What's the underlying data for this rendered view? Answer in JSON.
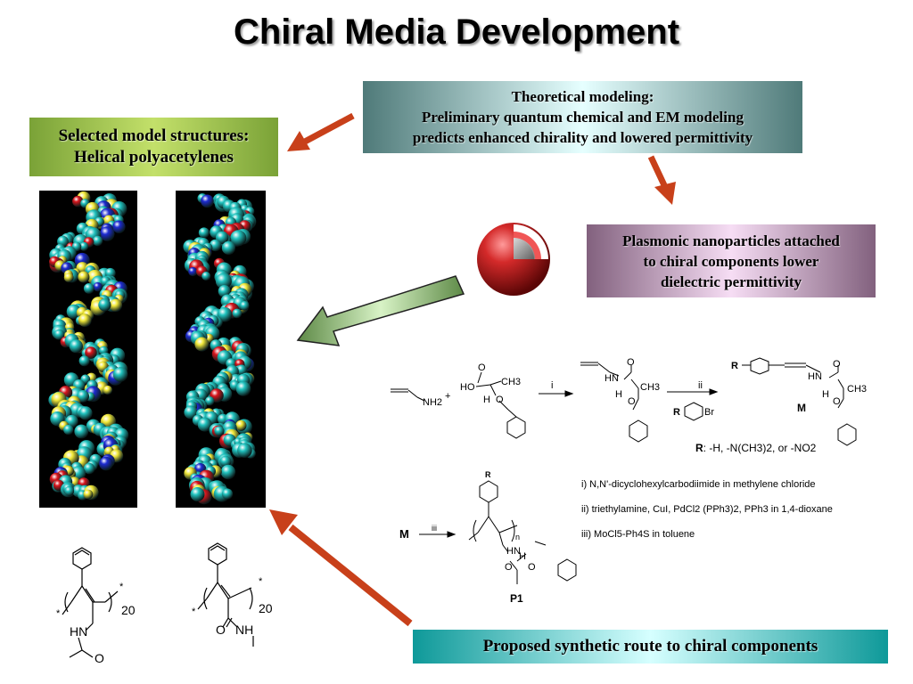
{
  "title": "Chiral Media Development",
  "boxes": {
    "model": [
      "Selected model structures:",
      "Helical polyacetylenes"
    ],
    "theory": [
      "Theoretical modeling:",
      "Preliminary quantum chemical and EM modeling",
      "predicts enhanced chirality and lowered permittivity"
    ],
    "plasmonic": [
      "Plasmonic nanoparticles attached",
      "to chiral components lower",
      "dielectric permittivity"
    ],
    "route": "Proposed synthetic route to chiral components"
  },
  "polymer_labels": {
    "left_n": "20",
    "right_n": "20",
    "star": "*",
    "hn": "HN",
    "o": "O",
    "nh": "NH"
  },
  "scheme": {
    "nh2": "NH2",
    "plus": "+",
    "o": "O",
    "ho": "HO",
    "ch3": "CH3",
    "h": "H",
    "hn": "HN",
    "r": "R",
    "br": "Br",
    "m": "M",
    "p1": "P1",
    "n": "n",
    "step_i": "i",
    "step_ii": "ii",
    "step_iii": "iii",
    "r_note_bold": "R",
    "r_note": ": -H, -N(CH3)2, or -NO2"
  },
  "conditions": [
    "i)   N,N'-dicyclohexylcarbodiimide in methylene chloride",
    "ii)  triethylamine, CuI, PdCl2 (PPh3)2, PPh3 in 1,4-dioxane",
    "iii) MoCl5-Ph4S in toluene"
  ],
  "colors": {
    "arrow_red": "#c8401a",
    "arrow_green": "#8fbe78",
    "helix_carbon": "#22c4c0",
    "helix_sulfur": "#f2e93a",
    "helix_oxygen": "#d8151c",
    "helix_nitrogen": "#1d2bd1",
    "sphere_red": "#c81d22"
  }
}
